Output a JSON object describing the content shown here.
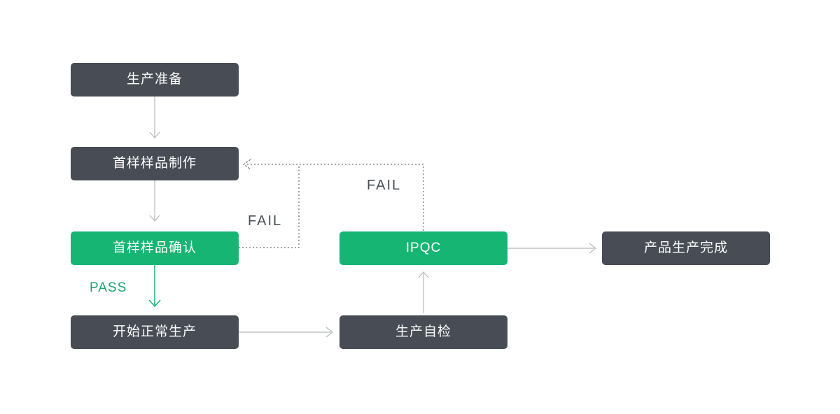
{
  "diagram": {
    "type": "flowchart",
    "nodes": {
      "production_prep": {
        "label": "生产准备",
        "variant": "dark"
      },
      "first_sample_make": {
        "label": "首样样品制作",
        "variant": "dark"
      },
      "first_sample_confirm": {
        "label": "首样样品确认",
        "variant": "green"
      },
      "start_normal": {
        "label": "开始正常生产",
        "variant": "dark"
      },
      "self_inspection": {
        "label": "生产自检",
        "variant": "dark"
      },
      "ipqc": {
        "label": "IPQC",
        "variant": "green"
      },
      "complete": {
        "label": "产品生产完成",
        "variant": "dark"
      }
    },
    "edge_labels": {
      "pass": "PASS",
      "fail_from_confirm": "FAIL",
      "fail_from_ipqc": "FAIL"
    },
    "edges": [
      {
        "from": "production_prep",
        "to": "first_sample_make",
        "style": "solid",
        "label": ""
      },
      {
        "from": "first_sample_make",
        "to": "first_sample_confirm",
        "style": "solid",
        "label": ""
      },
      {
        "from": "first_sample_confirm",
        "to": "start_normal",
        "style": "solid-green",
        "label": "PASS"
      },
      {
        "from": "start_normal",
        "to": "self_inspection",
        "style": "solid",
        "label": ""
      },
      {
        "from": "self_inspection",
        "to": "ipqc",
        "style": "solid",
        "label": ""
      },
      {
        "from": "ipqc",
        "to": "complete",
        "style": "solid",
        "label": ""
      },
      {
        "from": "first_sample_confirm",
        "to": "first_sample_make",
        "style": "dotted",
        "label": "FAIL"
      },
      {
        "from": "ipqc",
        "to": "first_sample_make",
        "style": "dotted",
        "label": "FAIL"
      }
    ],
    "colors": {
      "node_dark": "#474C55",
      "node_green": "#17B573",
      "node_text": "#FFFFFF",
      "arrow_gray": "#B4B8BC",
      "arrow_green": "#17B573",
      "dotted_line": "#4A4F58",
      "fail_text": "#4A4F58",
      "pass_text": "#17A56C",
      "background": "#FFFFFF"
    }
  }
}
